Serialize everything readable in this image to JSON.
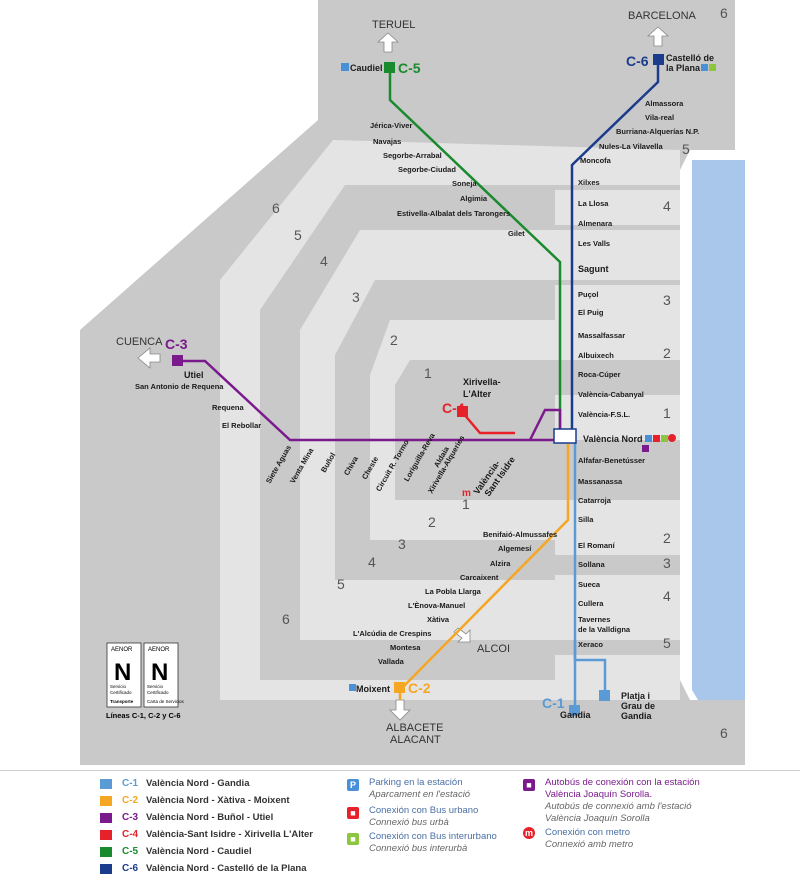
{
  "map": {
    "zones": [
      {
        "label": "6"
      },
      {
        "label": "6"
      },
      {
        "label": "5"
      },
      {
        "label": "4"
      },
      {
        "label": "3"
      },
      {
        "label": "2"
      },
      {
        "label": "1"
      },
      {
        "label": "1"
      },
      {
        "label": "2"
      },
      {
        "label": "3"
      },
      {
        "label": "4"
      },
      {
        "label": "5"
      },
      {
        "label": "6"
      },
      {
        "label": "5"
      },
      {
        "label": "4"
      },
      {
        "label": "3"
      },
      {
        "label": "2"
      },
      {
        "label": "1"
      },
      {
        "label": "2"
      },
      {
        "label": "3"
      },
      {
        "label": "4"
      },
      {
        "label": "5"
      },
      {
        "label": "6"
      }
    ],
    "destinations": {
      "teruel": "TERUEL",
      "barcelona": "BARCELONA",
      "cuenca": "CUENCA",
      "albacete": "ALBACETE",
      "alacant": "ALACANT",
      "alcoi": "ALCOI"
    },
    "lines": {
      "c1": {
        "code": "C-1",
        "color": "#5b9bd5",
        "terminal": "Gandia"
      },
      "c2": {
        "code": "C-2",
        "color": "#f5a623",
        "terminal": "Moixent"
      },
      "c3": {
        "code": "C-3",
        "color": "#7b1a8c",
        "terminal": "Utiel"
      },
      "c4": {
        "code": "C-4",
        "color": "#e62129",
        "terminal_line1": "Xirivella-",
        "terminal_line2": "L'Alter"
      },
      "c5": {
        "code": "C-5",
        "color": "#1a8a2e",
        "terminal": "Caudiel"
      },
      "c6": {
        "code": "C-6",
        "color": "#1b3b8c",
        "terminal_line1": "Castelló de",
        "terminal_line2": "la Plana"
      }
    },
    "c5_stations": [
      "Jérica-Viver",
      "Navajas",
      "Segorbe-Arrabal",
      "Segorbe-Ciudad",
      "Soneja",
      "Algimia",
      "Estivella-Albalat dels Tarongers",
      "Gilet"
    ],
    "c6_stations": [
      "Almassora",
      "Vila-real",
      "Burriana-Alquerías N.P.",
      "Nules-La Vilavella",
      "Moncofa"
    ],
    "trunk_stations": [
      "Xilxes",
      "La Llosa",
      "Almenara",
      "Les Valls",
      "Sagunt",
      "Puçol",
      "El Puig",
      "Massalfassar",
      "Albuixech",
      "Roca-Cúper",
      "València-Cabanyal",
      "València-F.S.L."
    ],
    "valencia_nord": "València Nord",
    "south_stations": [
      "Alfafar-Benetússer",
      "Massanassa",
      "Catarroja",
      "Silla"
    ],
    "c1_stations": [
      "El Romaní",
      "Sollana",
      "Sueca",
      "Cullera",
      "Tavernes",
      "de la Valldigna",
      "Xeraco"
    ],
    "c1_platja_line1": "Platja i",
    "c1_platja_line2": "Grau de",
    "c1_platja_line3": "Gandia",
    "c2_stations": [
      "Benifaió-Almussafes",
      "Algemesí",
      "Alzira",
      "Carcaixent",
      "La Pobla Llarga",
      "L'Ènova-Manuel",
      "Xàtiva",
      "L'Alcúdia de Crespins",
      "Montesa",
      "Vallada"
    ],
    "c3_stations_east": [
      "San Antonio de Requena",
      "Requena",
      "El Rebollar"
    ],
    "c3_stations_diag": [
      "Siete Aguas",
      "Venta Mina",
      "Buñol",
      "Chiva",
      "Cheste",
      "Circuit R. Tormo",
      "Loriguilla-Reva",
      "Aldaia",
      "Xirivella-Alqueries"
    ],
    "c4_sant_isidre_line1": "València-",
    "c4_sant_isidre_line2": "Sant Isidre",
    "icons": {
      "parking": "P",
      "bus_urban": "bus-urban-icon",
      "bus_inter": "bus-interurban-icon",
      "metro": "m"
    },
    "aenor": {
      "brand": "AENOR",
      "mark": "N",
      "left_line1": "Servicio",
      "left_line2": "Certificado",
      "left_line3": "Transporte",
      "right_line1": "Servicio",
      "right_line2": "Certificado",
      "right_line3": "Carta de Servicios",
      "caption": "Líneas C-1, C-2 y C-6"
    }
  },
  "legend": {
    "lines": [
      {
        "code": "C-1",
        "name": "València Nord - Gandia",
        "color": "#5b9bd5"
      },
      {
        "code": "C-2",
        "name": "València Nord - Xàtiva - Moixent",
        "color": "#f5a623"
      },
      {
        "code": "C-3",
        "name": "València Nord - Buñol - Utiel",
        "color": "#7b1a8c"
      },
      {
        "code": "C-4",
        "name": "València-Sant Isidre - Xirivella L'Alter",
        "color": "#e62129"
      },
      {
        "code": "C-5",
        "name": "València Nord - Caudiel",
        "color": "#1a8a2e"
      },
      {
        "code": "C-6",
        "name": "València Nord - Castelló de la Plana",
        "color": "#1b3b8c"
      }
    ],
    "parking": {
      "title": "Parking en la estación",
      "sub": "Aparcament en l'estació"
    },
    "bus_urban": {
      "title": "Conexión con Bus urbano",
      "sub": "Connexió bus urbà"
    },
    "bus_inter": {
      "title": "Conexión con Bus interurbano",
      "sub": "Connexió bus interurbà"
    },
    "bus_sorolla": {
      "title1": "Autobús de conexión con la estación",
      "title2": "València Joaquín Sorolla.",
      "sub1": "Autobús de connexió amb l'estació",
      "sub2": "València Joaquín Sorolla"
    },
    "metro": {
      "title": "Conexión con metro",
      "sub": "Connexió amb metro"
    }
  }
}
